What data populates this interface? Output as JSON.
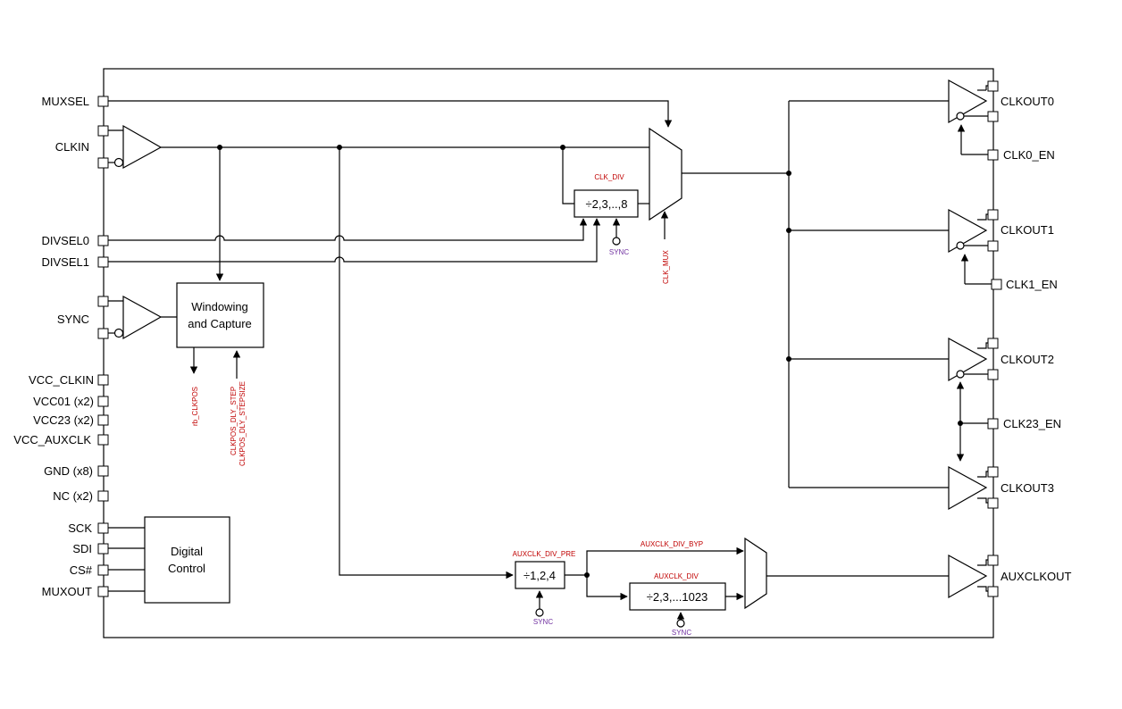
{
  "pins_left": {
    "muxsel": "MUXSEL",
    "clkin": "CLKIN",
    "divsel0": "DIVSEL0",
    "divsel1": "DIVSEL1",
    "sync": "SYNC",
    "vcc_clkin": "VCC_CLKIN",
    "vcc01": "VCC01 (x2)",
    "vcc23": "VCC23 (x2)",
    "vcc_auxclk": "VCC_AUXCLK",
    "gnd": "GND (x8)",
    "nc": "NC (x2)",
    "sck": "SCK",
    "sdi": "SDI",
    "cs": "CS#",
    "muxout": "MUXOUT"
  },
  "pins_right": {
    "clkout0": "CLKOUT0",
    "clk0_en": "CLK0_EN",
    "clkout1": "CLKOUT1",
    "clk1_en": "CLK1_EN",
    "clkout2": "CLKOUT2",
    "clk23_en": "CLK23_EN",
    "clkout3": "CLKOUT3",
    "auxclkout": "AUXCLKOUT"
  },
  "blocks": {
    "clk_div": "÷2,3,..,8",
    "windowing_line1": "Windowing",
    "windowing_line2": "and Capture",
    "digital_line1": "Digital",
    "digital_line2": "Control",
    "aux_pre": "÷1,2,4",
    "aux_div": "÷2,3,...1023"
  },
  "registers": {
    "clk_div": "CLK_DIV",
    "clk_mux": "CLK_MUX",
    "rb_clkpos": "rb_CLKPOS",
    "clkpos_dly_step": "CLKPOS_DLY_STEP",
    "clkpos_dly_stepsize": "CLKPOS_DLY_STEPSIZE",
    "auxclk_div_pre": "AUXCLK_DIV_PRE",
    "auxclk_div_byp": "AUXCLK_DIV_BYP",
    "auxclk_div": "AUXCLK_DIV"
  },
  "sync_labels": {
    "clk_div_sync": "SYNC",
    "aux_pre_sync": "SYNC",
    "aux_div_sync": "SYNC"
  }
}
